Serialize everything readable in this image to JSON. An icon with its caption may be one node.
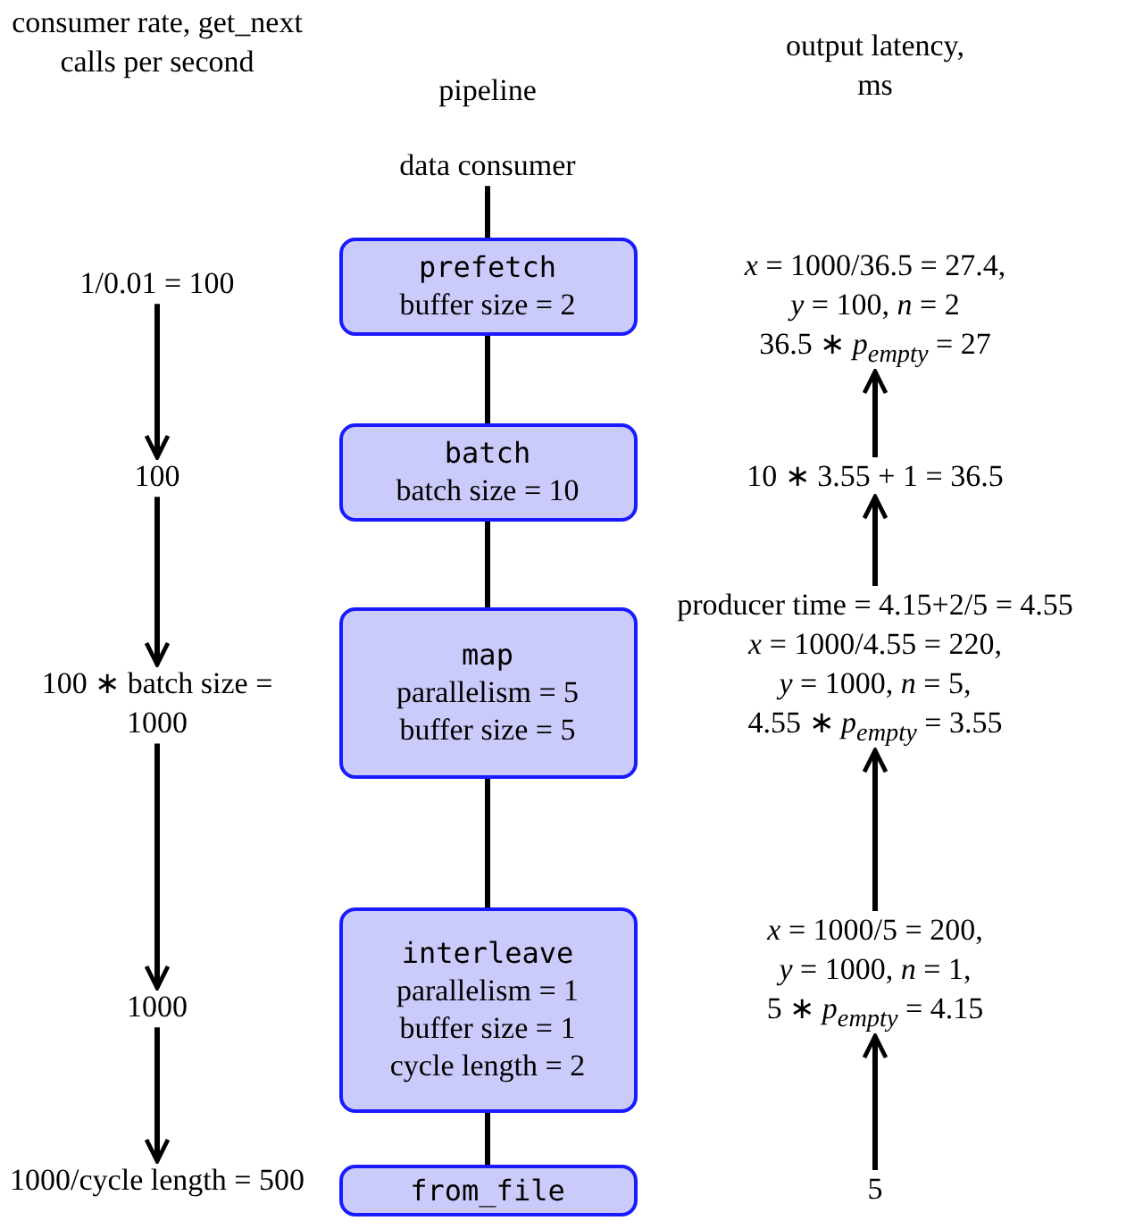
{
  "diagram": {
    "nodes": [
      {
        "text": [
          "data consumer"
        ]
      },
      {
        "text": [
          "prefetch",
          "buffer size = 2"
        ]
      },
      {
        "text": [
          "batch",
          "batch size = 10"
        ]
      },
      {
        "text": [
          "map",
          "parallelism = 5",
          "buffer size = 5"
        ]
      },
      {
        "text": [
          "interleave",
          "parallelism = 1",
          "buffer size = 1",
          "cycle length = 2"
        ]
      },
      {
        "text": [
          "from_file"
        ]
      },
      {
        "text": [
          "1/0.01 = 100"
        ]
      },
      {
        "text": [
          "100"
        ]
      },
      {
        "text": [
          "100 ∗ batch size = 1000"
        ]
      },
      {
        "text": [
          "1000"
        ]
      },
      {
        "text": [
          "1000/cycle length = 500"
        ]
      },
      {
        "text": [
          "*x* = 1000/36.5 = 27.4,",
          "*y* = 100, *n* = 2",
          "36.5 ∗ *p*$_{empty}$ = 27"
        ]
      },
      {
        "text": [
          "10 ∗ 3.55 + 1 = 36.5"
        ]
      },
      {
        "text": [
          "producer time = 4.15+2/5 = 4.55",
          "*x* = 1000/4.55 = 220,",
          "*y* = 1000, *n* = 5,",
          "4.55 ∗ *p*$_{empty}$ = 3.55"
        ]
      },
      {
        "text": [
          "*x* = 1000/5 = 200,",
          "*y* = 1000, *n* = 1,",
          "5 ∗ *p*$_{empty}$ = 4.15"
        ]
      },
      {
        "text": [
          "5"
        ]
      }
    ],
    "edges": [
      {
        "from": 0,
        "to": 1,
        "arrow": "none"
      },
      {
        "from": 1,
        "to": 2,
        "arrow": "none"
      },
      {
        "from": 2,
        "to": 3,
        "arrow": "none"
      },
      {
        "from": 3,
        "to": 4,
        "arrow": "none"
      },
      {
        "from": 4,
        "to": 5,
        "arrow": "none"
      },
      {
        "from": 6,
        "to": 7,
        "arrow": "to"
      },
      {
        "from": 7,
        "to": 8,
        "arrow": "to"
      },
      {
        "from": 8,
        "to": 9,
        "arrow": "to"
      },
      {
        "from": 9,
        "to": 10,
        "arrow": "to"
      },
      {
        "from": 15,
        "to": 14,
        "arrow": "to"
      },
      {
        "from": 14,
        "to": 13,
        "arrow": "to"
      },
      {
        "from": 13,
        "to": 12,
        "arrow": "to"
      },
      {
        "from": 12,
        "to": 11,
        "arrow": "to"
      }
    ],
    "labels": [
      "consumer rate, get_next calls per second",
      "pipeline",
      "output latency, ms"
    ]
  }
}
